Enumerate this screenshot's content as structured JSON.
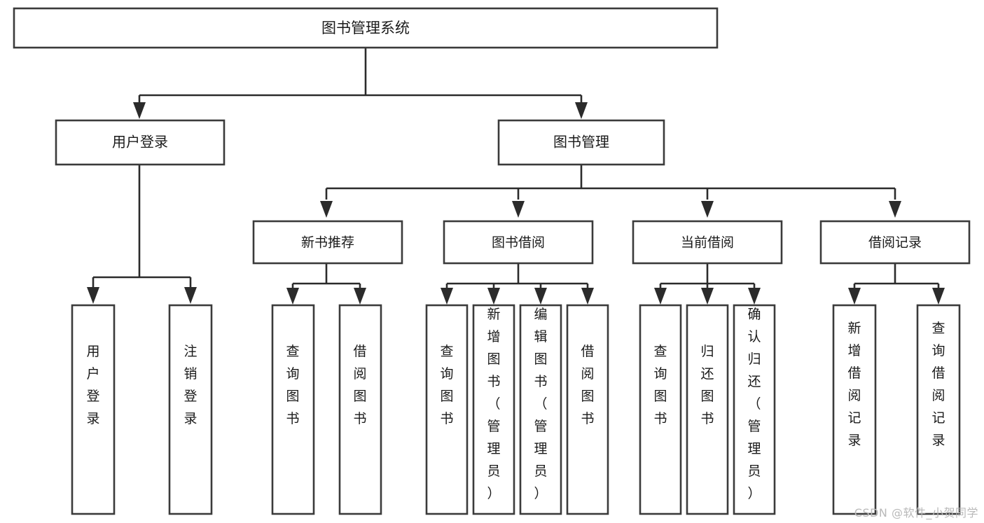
{
  "diagram": {
    "title": "图书管理系统",
    "type": "tree-hierarchy-flowchart",
    "watermark": "CSDN @软件_小贺同学",
    "root": {
      "id": "root",
      "label": "图书管理系统"
    },
    "level1": [
      {
        "id": "user-login",
        "label": "用户登录"
      },
      {
        "id": "book-management",
        "label": "图书管理"
      }
    ],
    "level2": [
      {
        "id": "new-book-recommend",
        "label": "新书推荐",
        "parent": "book-management"
      },
      {
        "id": "book-borrow",
        "label": "图书借阅",
        "parent": "book-management"
      },
      {
        "id": "current-borrow",
        "label": "当前借阅",
        "parent": "book-management"
      },
      {
        "id": "borrow-record",
        "label": "借阅记录",
        "parent": "book-management"
      }
    ],
    "leaves": [
      {
        "id": "leaf-user-login",
        "label": "用户登录",
        "parent": "user-login"
      },
      {
        "id": "leaf-logout-login",
        "label": "注销登录",
        "parent": "user-login"
      },
      {
        "id": "leaf-query-book-1",
        "label": "查询图书",
        "parent": "new-book-recommend"
      },
      {
        "id": "leaf-borrow-book-1",
        "label": "借阅图书",
        "parent": "new-book-recommend"
      },
      {
        "id": "leaf-query-book-2",
        "label": "查询图书",
        "parent": "book-borrow"
      },
      {
        "id": "leaf-add-book",
        "label": "新增图书（管理员）",
        "parent": "book-borrow"
      },
      {
        "id": "leaf-edit-book",
        "label": "编辑图书（管理员）",
        "parent": "book-borrow"
      },
      {
        "id": "leaf-borrow-book-2",
        "label": "借阅图书",
        "parent": "book-borrow"
      },
      {
        "id": "leaf-query-book-3",
        "label": "查询图书",
        "parent": "current-borrow"
      },
      {
        "id": "leaf-return-book",
        "label": "归还图书",
        "parent": "current-borrow"
      },
      {
        "id": "leaf-confirm-return",
        "label": "确认归还（管理员）",
        "parent": "current-borrow"
      },
      {
        "id": "leaf-add-record",
        "label": "新增借阅记录",
        "parent": "borrow-record"
      },
      {
        "id": "leaf-query-record",
        "label": "查询借阅记录",
        "parent": "borrow-record"
      }
    ]
  }
}
